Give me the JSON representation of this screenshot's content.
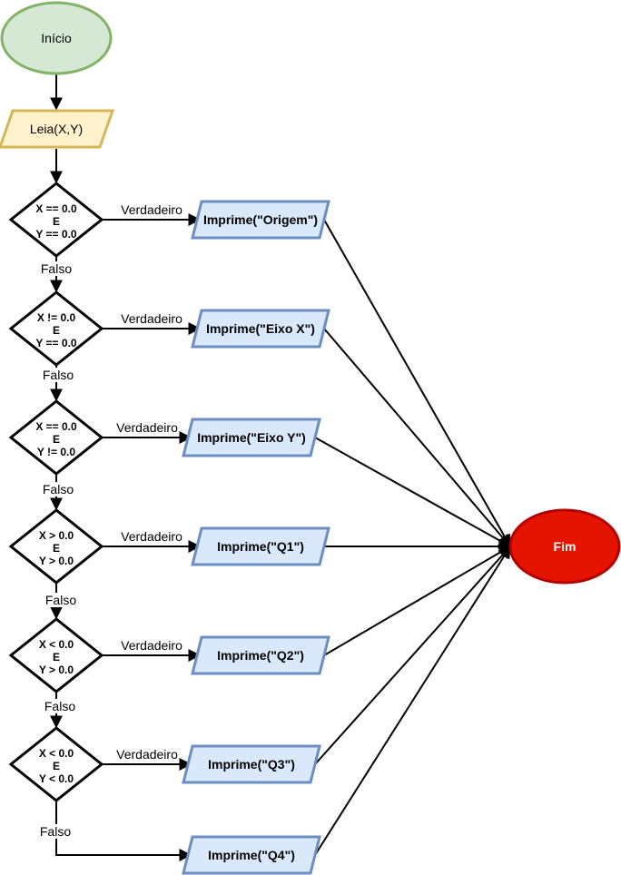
{
  "start": {
    "label": "Início",
    "fill": "#d5e8d4",
    "stroke": "#82b366"
  },
  "read": {
    "label": "Leia(X,Y)",
    "fill": "#fff2cc",
    "stroke": "#d6b656"
  },
  "end": {
    "label": "Fim",
    "fill": "#e51400",
    "stroke": "#b20000"
  },
  "io_style": {
    "fill": "#dae8fc",
    "stroke": "#6c8ebf"
  },
  "true_label": "Verdadeiro",
  "false_label": "Falso",
  "decisions": [
    {
      "lines": [
        "X == 0.0",
        "E",
        "Y == 0.0"
      ],
      "output": "Imprime(\"Origem\")"
    },
    {
      "lines": [
        "X != 0.0",
        "E",
        "Y == 0.0"
      ],
      "output": "Imprime(\"Eixo X\")"
    },
    {
      "lines": [
        "X == 0.0",
        "E",
        "Y != 0.0"
      ],
      "output": "Imprime(\"Eixo Y\")"
    },
    {
      "lines": [
        "X > 0.0",
        "E",
        "Y > 0.0"
      ],
      "output": "Imprime(\"Q1\")"
    },
    {
      "lines": [
        "X < 0.0",
        "E",
        "Y > 0.0"
      ],
      "output": "Imprime(\"Q2\")"
    },
    {
      "lines": [
        "X < 0.0",
        "E",
        "Y < 0.0"
      ],
      "output": "Imprime(\"Q3\")"
    }
  ],
  "final_output": "Imprime(\"Q4\")"
}
